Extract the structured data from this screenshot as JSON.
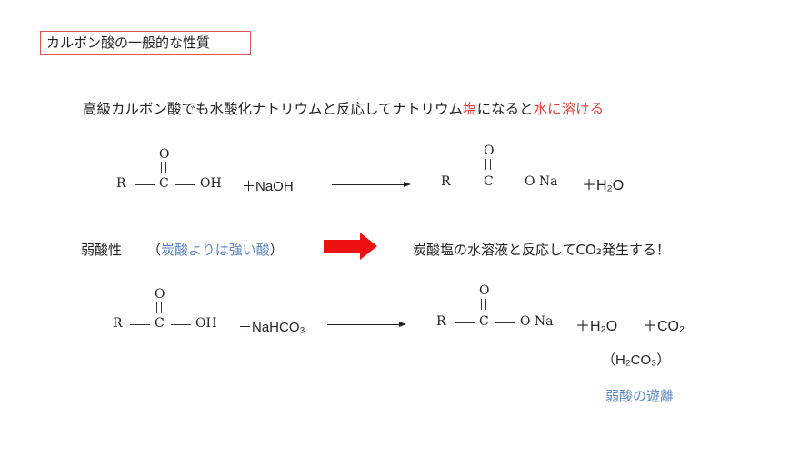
{
  "title": "カルボン酸の一般的な性質",
  "intro": {
    "part1": "高級カルボン酸でも水酸化ナトリウムと反応してナトリウム",
    "salt": "塩",
    "part2": "になると",
    "dissolve": "水に溶ける"
  },
  "eq1": {
    "o": "O",
    "r": "R",
    "c": "C",
    "oh": "OH",
    "reagent": "＋NaOH",
    "p_o": "O",
    "p_r": "R",
    "p_c": "C",
    "p_ona": "O Na",
    "p_water": "＋H₂O"
  },
  "middle": {
    "weak_acid": "弱酸性",
    "note_open": "（",
    "note": "炭酸よりは強い酸",
    "note_close": "）",
    "reaction": "炭酸塩の水溶液と反応してCO₂発生する！"
  },
  "eq2": {
    "o": "O",
    "r": "R",
    "c": "C",
    "oh": "OH",
    "reagent": "＋NaHCO₃",
    "p_o": "O",
    "p_r": "R",
    "p_c": "C",
    "p_ona": "O Na",
    "p_water": "＋H₂O",
    "p_co2": "＋CO₂",
    "carbonic": "（H₂CO₃）",
    "release": "弱酸の遊離"
  },
  "colors": {
    "emphasis_red": "#e8403a",
    "note_blue": "#5b86c5",
    "arrow_red": "#ee1111"
  }
}
